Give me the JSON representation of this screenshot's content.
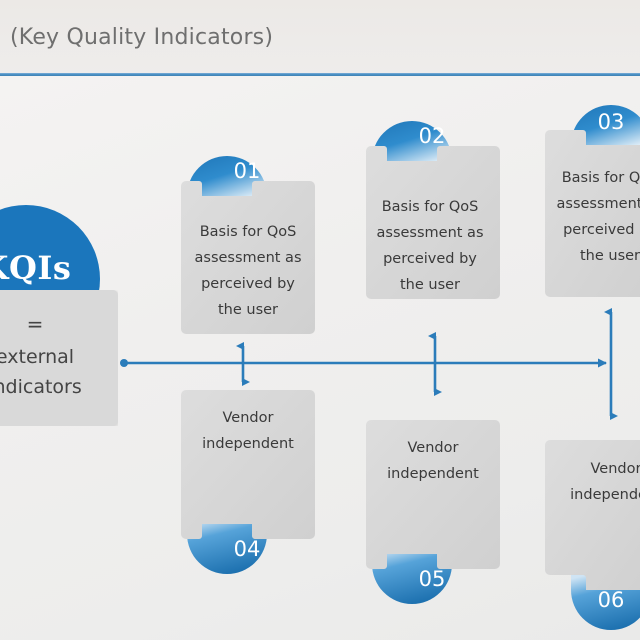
{
  "header": {
    "title": "(Key Quality Indicators)",
    "rule_color": "#4a90c4"
  },
  "colors": {
    "accent_blue": "#1b76bc",
    "card_gray": "#d9d9d9",
    "text_dark": "#3a3a3a",
    "title_gray": "#6f6f6f",
    "connector_blue": "#2b7cba"
  },
  "root": {
    "label": "KQIs",
    "equals": "=",
    "description": "external indicators"
  },
  "cards": [
    {
      "number": "01",
      "text": "Basis for QoS assessment as perceived by the user",
      "orientation": "badge-top"
    },
    {
      "number": "02",
      "text": "Basis for QoS assessment as perceived by the user",
      "orientation": "badge-top"
    },
    {
      "number": "03",
      "text": "Basis for QoS assessment as perceived by the user",
      "orientation": "badge-top"
    },
    {
      "number": "04",
      "text": "Vendor independent",
      "orientation": "badge-bottom"
    },
    {
      "number": "05",
      "text": "Vendor independent",
      "orientation": "badge-bottom"
    },
    {
      "number": "06",
      "text": "Vendor independent",
      "orientation": "badge-bottom"
    }
  ]
}
